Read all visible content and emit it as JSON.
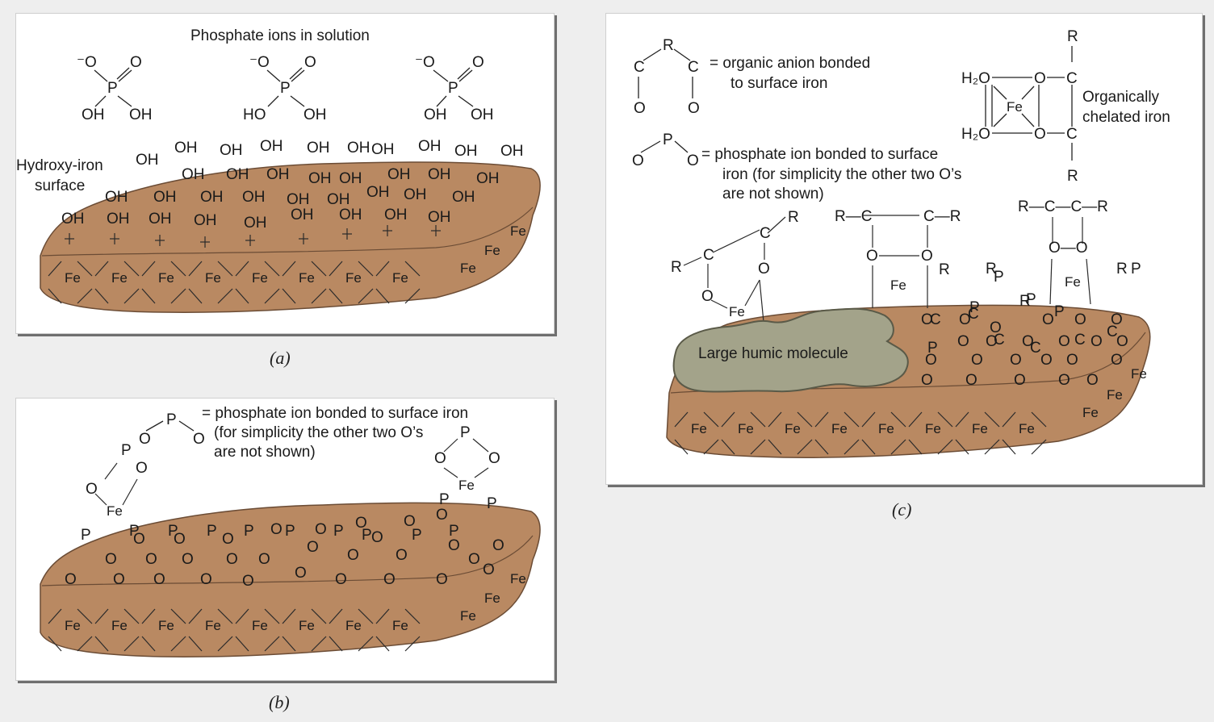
{
  "panel_a": {
    "caption": "(a)",
    "title": "Phosphate ions in solution",
    "surface_label_1": "Hydroxy-iron",
    "surface_label_2": "surface",
    "oh": "OH",
    "ho": "HO",
    "o_minus": "⁻O",
    "o": "O",
    "p": "P",
    "fe": "Fe"
  },
  "panel_b": {
    "caption": "(b)",
    "legend_line_1": "= phosphate ion bonded to surface iron",
    "legend_line_2": "(for simplicity the other two O’s",
    "legend_line_3": "are not shown)",
    "o": "O",
    "p": "P",
    "fe": "Fe"
  },
  "panel_c": {
    "caption": "(c)",
    "anion_legend_1": "= organic anion bonded",
    "anion_legend_2": "to surface iron",
    "phosphate_legend_1": "= phosphate ion bonded to surface",
    "phosphate_legend_2": "iron (for simplicity the other two O’s",
    "phosphate_legend_3": "are not shown)",
    "chelate_label_1": "Organically",
    "chelate_label_2": "chelated iron",
    "humic_label": "Large humic molecule",
    "h2o": "H₂O",
    "r": "R",
    "c": "C",
    "o": "O",
    "p": "P",
    "fe": "Fe"
  },
  "colors": {
    "soil": "#b98962",
    "soil_top": "#c4946c",
    "soil_edge": "#8a6447",
    "humic": "#a3a38a",
    "panel": "#ffffff",
    "background": "#eeeeee"
  }
}
